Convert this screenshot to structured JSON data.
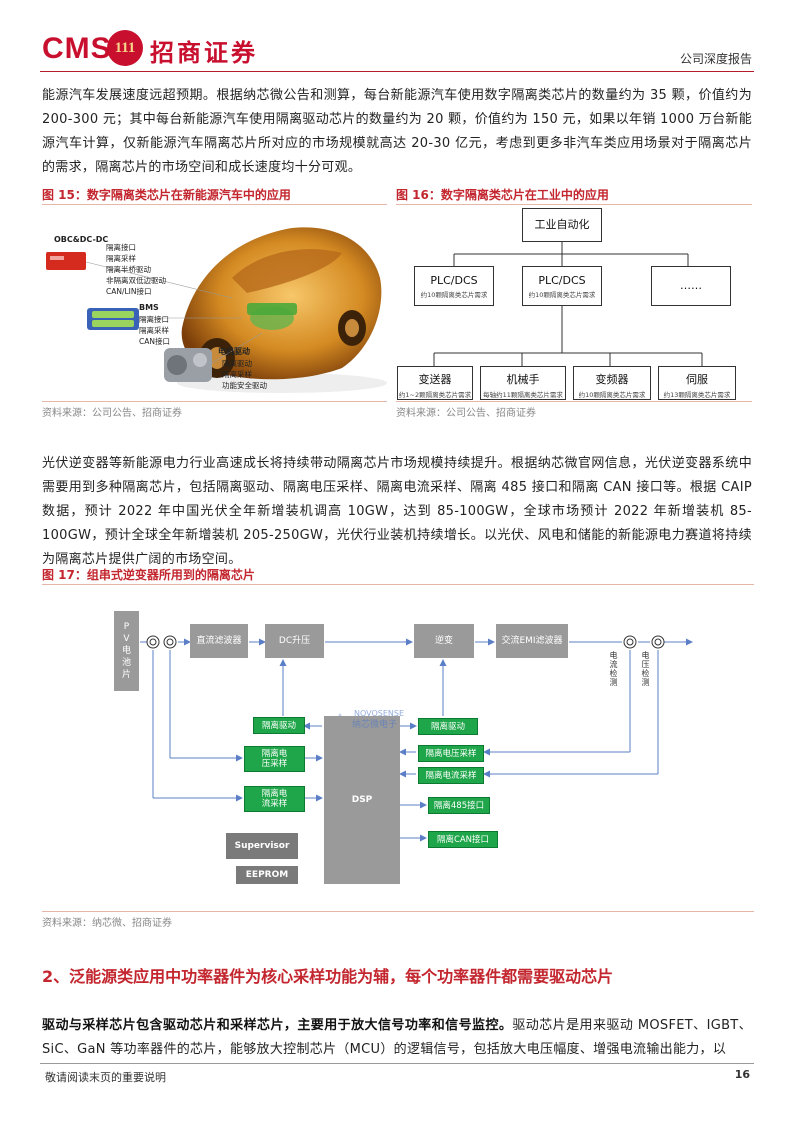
{
  "header": {
    "logo_latin": "CMS",
    "logo_cn": "招商证券",
    "doc_type": "公司深度报告"
  },
  "para1": "能源汽车发展速度远超预期。根据纳芯微公告和测算，每台新能源汽车使用数字隔离类芯片的数量约为 35 颗，价值约为 200-300 元；其中每台新能源汽车使用隔离驱动芯片的数量约为 20 颗，价值约为 150 元，如果以年销 1000 万台新能源汽车计算，仅新能源汽车隔离芯片所对应的市场规模就高达 20-30 亿元，考虑到更多非汽车类应用场景对于隔离芯片的需求，隔离芯片的市场空间和成长速度均十分可观。",
  "fig15": {
    "title": "图 15：数字隔离类芯片在新能源汽车中的应用",
    "source": "资料来源：公司公告、招商证券",
    "groups": [
      {
        "name": "OBC&DC-DC",
        "items": [
          "隔离接口",
          "隔离采样",
          "隔离半桥驱动",
          "非隔离双低边驱动",
          "CAN/LIN接口"
        ]
      },
      {
        "name": "BMS",
        "items": [
          "隔离接口",
          "隔离采样",
          "CAN接口"
        ]
      },
      {
        "name": "电机驱动",
        "items": [
          "隔离驱动",
          "隔离采样",
          "功能安全驱动"
        ]
      }
    ]
  },
  "fig16": {
    "title": "图 16：数字隔离类芯片在工业中的应用",
    "source": "资料来源：公司公告、招商证券",
    "root": "工业自动化",
    "mid": [
      {
        "t": "PLC/DCS",
        "s": "约10颗隔离类芯片需求"
      },
      {
        "t": "PLC/DCS",
        "s": "约10颗隔离类芯片需求"
      },
      {
        "t": "……",
        "s": ""
      }
    ],
    "leaves": [
      {
        "t": "变送器",
        "s": "约1~2颗隔离类芯片需求"
      },
      {
        "t": "机械手",
        "s": "每轴约11颗隔离类芯片需求"
      },
      {
        "t": "变频器",
        "s": "约10颗隔离类芯片需求"
      },
      {
        "t": "伺服",
        "s": "约13颗隔离类芯片需求"
      }
    ]
  },
  "para2": "光伏逆变器等新能源电力行业高速成长将持续带动隔离芯片市场规模持续提升。根据纳芯微官网信息，光伏逆变器系统中需要用到多种隔离芯片，包括隔离驱动、隔离电压采样、隔离电流采样、隔离 485 接口和隔离 CAN 接口等。根据 CAIP 数据，预计 2022 年中国光伏全年新增装机调高 10GW，达到 85-100GW，全球市场预计 2022 年新增装机 85-100GW，预计全球全年新增装机 205-250GW，光伏行业装机持续增长。以光伏、风电和储能的新能源电力赛道将持续为隔离芯片提供广阔的市场空间。",
  "fig17": {
    "title": "图 17：组串式逆变器所用到的隔离芯片",
    "source": "资料来源：纳芯微、招商证券",
    "pv": "PV电池片",
    "dc_filter": "直流滤波器",
    "dc_boost": "DC升压",
    "inverter": "逆变",
    "ac_emi": "交流EMI滤波器",
    "current_detect": "电流检测",
    "voltage_detect": "电压检测",
    "left_green": [
      "隔离驱动",
      "隔离电压采样",
      "隔离电流采样"
    ],
    "right_green": [
      "隔离驱动",
      "隔离电压采样",
      "隔离电流采样",
      "隔离485接口",
      "隔离CAN接口"
    ],
    "dsp": "DSP",
    "supervisor": "Supervisor",
    "eeprom": "EEPROM",
    "watermark_latin": "NOVOSENSE",
    "watermark_cn": "纳芯微电子"
  },
  "section2_title": "2、泛能源类应用中功率器件为核心采样功能为辅，每个功率器件都需要驱动芯片",
  "para3_bold": "驱动与采样芯片包含驱动芯片和采样芯片，主要用于放大信号功率和信号监控。",
  "para3_rest": "驱动芯片是用来驱动 MOSFET、IGBT、SiC、GaN 等功率器件的芯片，能够放大控制芯片（MCU）的逻辑信号，包括放大电压幅度、增强电流输出能力，以",
  "footer": {
    "left": "敬请阅读末页的重要说明",
    "page": "16"
  }
}
